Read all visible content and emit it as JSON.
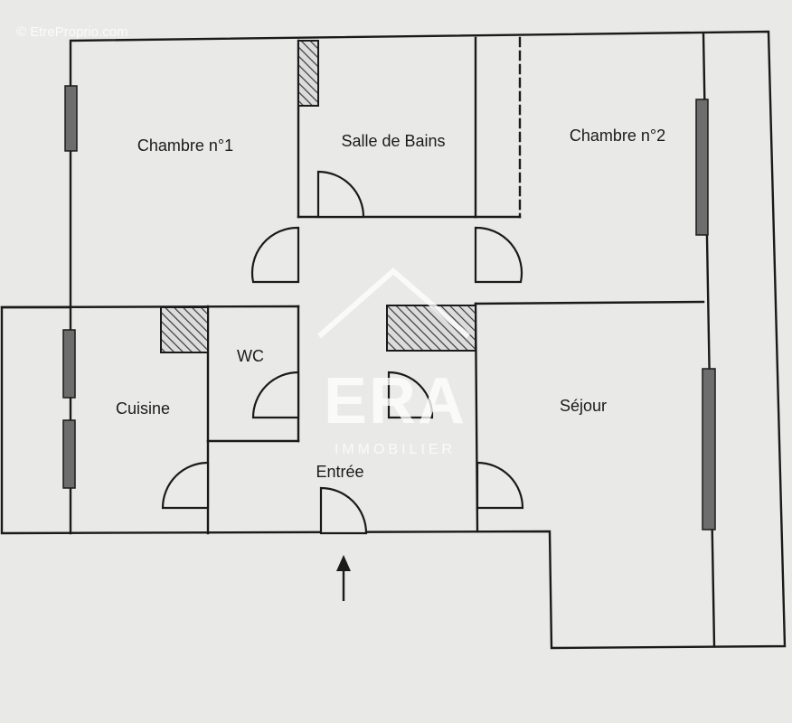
{
  "watermark": {
    "credit": "© EtreProprio.com",
    "logo_main": "ERA",
    "logo_sub": "IMMOBILIER"
  },
  "rooms": {
    "chambre1": "Chambre n°1",
    "salle_de_bains": "Salle de Bains",
    "chambre2": "Chambre n°2",
    "wc": "WC",
    "cuisine": "Cuisine",
    "sejour": "Séjour",
    "entree": "Entrée"
  },
  "icons": {
    "entrance_arrow": "arrow-up-icon"
  },
  "colors": {
    "background": "#e9e9e7",
    "wall": "#1a1a1a",
    "window_fill": "#6d6d6d"
  }
}
